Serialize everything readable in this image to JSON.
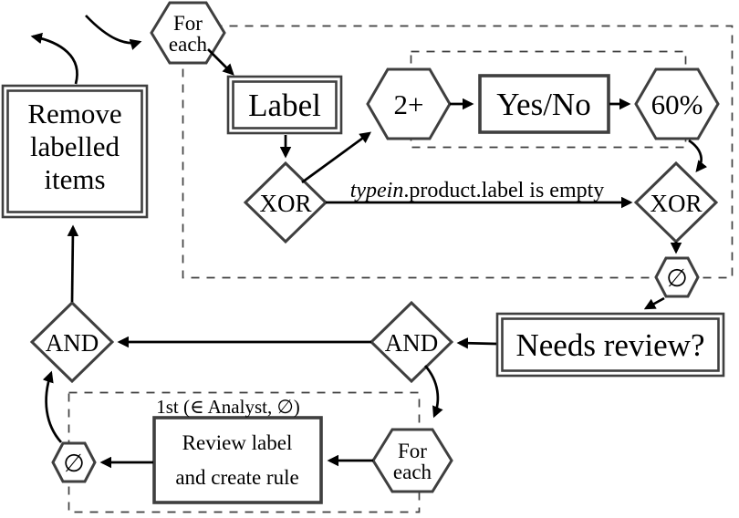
{
  "diagram": {
    "nodes": {
      "for_each_top": {
        "line1": "For",
        "line2": "each"
      },
      "remove_items": {
        "line1": "Remove",
        "line2": "labelled",
        "line3": "items"
      },
      "label_box": {
        "text": "Label"
      },
      "two_plus": {
        "text": "2+"
      },
      "yes_no": {
        "text": "Yes/No"
      },
      "sixty_percent": {
        "text": "60%"
      },
      "xor_left": {
        "text": "XOR"
      },
      "xor_right": {
        "text": "XOR"
      },
      "empty_set_right": {
        "text": "∅"
      },
      "needs_review": {
        "text": "Needs review?"
      },
      "and_right": {
        "text": "AND"
      },
      "and_left": {
        "text": "AND"
      },
      "for_each_bottom": {
        "line1": "For",
        "line2": "each"
      },
      "review_rule": {
        "line1": "Review label",
        "line2": "and create rule"
      },
      "empty_set_bottom": {
        "text": "∅"
      }
    },
    "edge_labels": {
      "condition_var": "typein",
      "condition_rest": ".product.label is empty",
      "iteration_annotation": "1st (∈ Analyst, ∅)"
    },
    "colors": {
      "shape_stroke": "#3f3f3f",
      "arrow": "#000000",
      "dashed_boundary": "#3f3f3f",
      "background": "#ffffff",
      "text": "#000000"
    }
  }
}
